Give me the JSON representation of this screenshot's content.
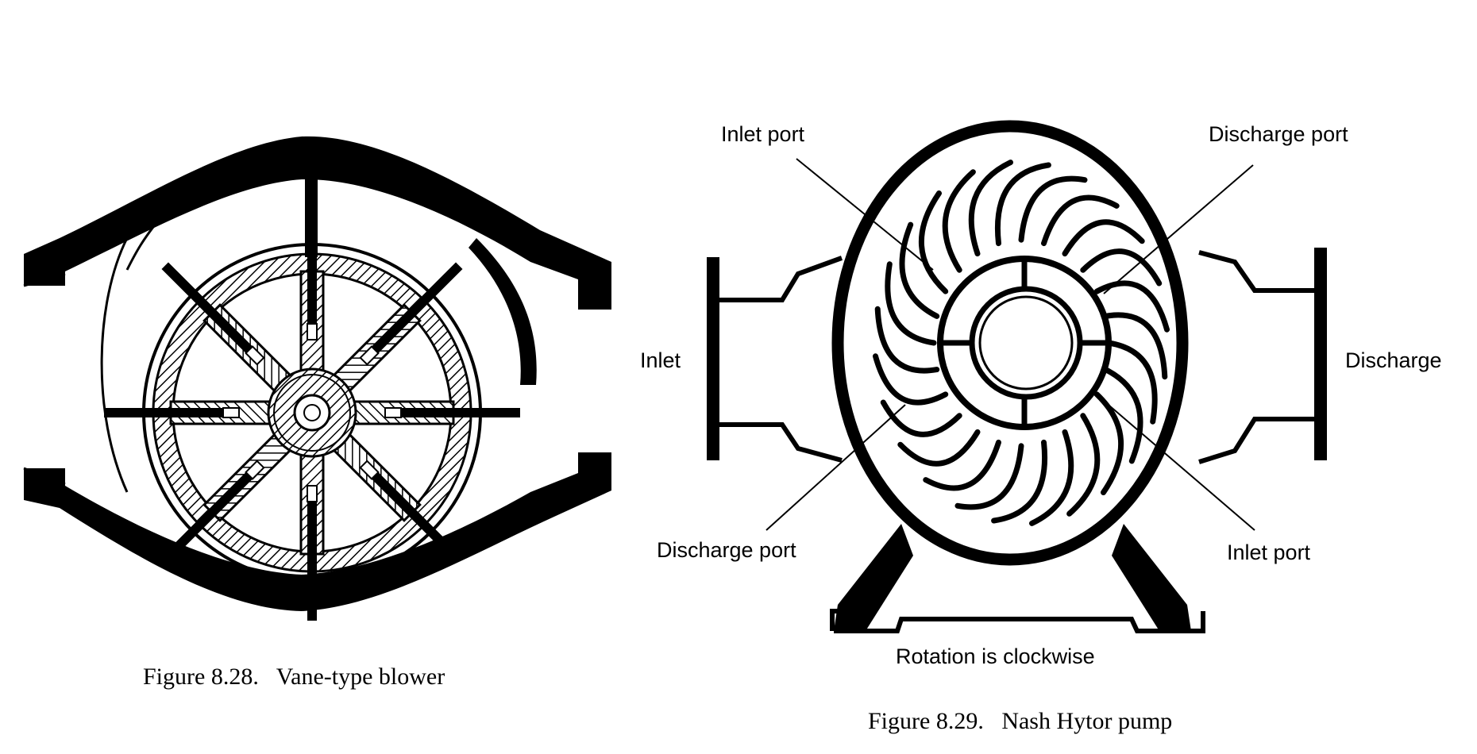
{
  "figure_left": {
    "caption": "Figure 8.28.   Vane-type blower"
  },
  "figure_right": {
    "caption": "Figure 8.29.   Nash Hytor pump",
    "labels": {
      "inlet_port_top": "Inlet port",
      "discharge_port_top": "Discharge port",
      "inlet_side": "Inlet",
      "discharge_side": "Discharge",
      "discharge_port_bottom": "Discharge port",
      "inlet_port_bottom": "Inlet port",
      "rotation_note": "Rotation is clockwise"
    }
  }
}
